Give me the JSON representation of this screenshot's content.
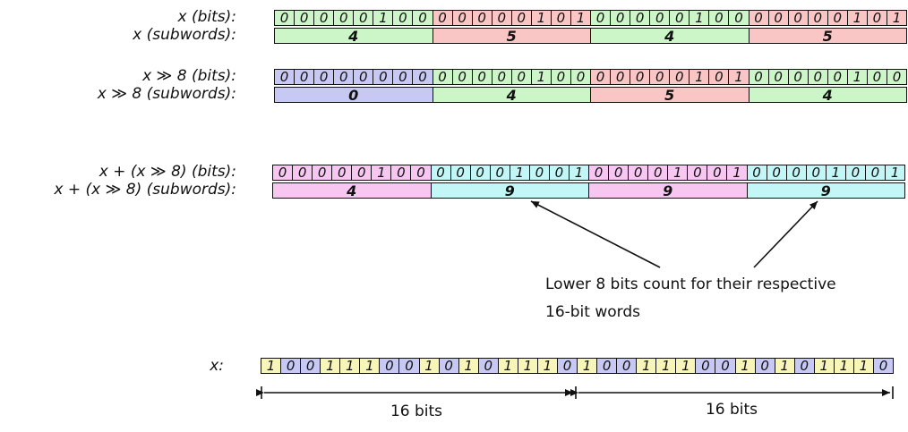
{
  "colors": {
    "green": "#ccf5c8",
    "red": "#f9c5c5",
    "blue": "#c8c8f5",
    "magenta": "#f7c7f2",
    "cyan": "#c3f7f7",
    "yellow": "#f8f5b8"
  },
  "rows": [
    {
      "bits_label": "x (bits):",
      "sub_label": "x (subwords):",
      "bytes": [
        {
          "bits": "00000100",
          "value": "4",
          "color": "green"
        },
        {
          "bits": "00000101",
          "value": "5",
          "color": "red"
        },
        {
          "bits": "00000100",
          "value": "4",
          "color": "green"
        },
        {
          "bits": "00000101",
          "value": "5",
          "color": "red"
        }
      ]
    },
    {
      "bits_label": "x ≫ 8 (bits):",
      "sub_label": "x ≫ 8 (subwords):",
      "bytes": [
        {
          "bits": "00000000",
          "value": "0",
          "color": "blue"
        },
        {
          "bits": "00000100",
          "value": "4",
          "color": "green"
        },
        {
          "bits": "00000101",
          "value": "5",
          "color": "red"
        },
        {
          "bits": "00000100",
          "value": "4",
          "color": "green"
        }
      ]
    },
    {
      "bits_label": "x + (x ≫ 8) (bits):",
      "sub_label": "x + (x ≫ 8) (subwords):",
      "bytes": [
        {
          "bits": "00000100",
          "value": "4",
          "color": "magenta"
        },
        {
          "bits": "00001001",
          "value": "9",
          "color": "cyan"
        },
        {
          "bits": "00001001",
          "value": "9",
          "color": "magenta"
        },
        {
          "bits": "00001001",
          "value": "9",
          "color": "cyan"
        }
      ]
    }
  ],
  "annotation": {
    "line1": "Lower 8 bits count for their respective",
    "line2": "16-bit words"
  },
  "x_row": {
    "label": "x:",
    "bits": "10011100101011101001110010101110",
    "colors": [
      "yellow",
      "blue",
      "blue",
      "yellow",
      "yellow",
      "yellow",
      "blue",
      "blue",
      "yellow",
      "blue",
      "yellow",
      "blue",
      "yellow",
      "yellow",
      "yellow",
      "blue",
      "yellow",
      "blue",
      "blue",
      "yellow",
      "yellow",
      "yellow",
      "blue",
      "blue",
      "yellow",
      "blue",
      "yellow",
      "blue",
      "yellow",
      "yellow",
      "yellow",
      "blue"
    ]
  },
  "spans": [
    {
      "label": "16 bits"
    },
    {
      "label": "16 bits"
    }
  ]
}
